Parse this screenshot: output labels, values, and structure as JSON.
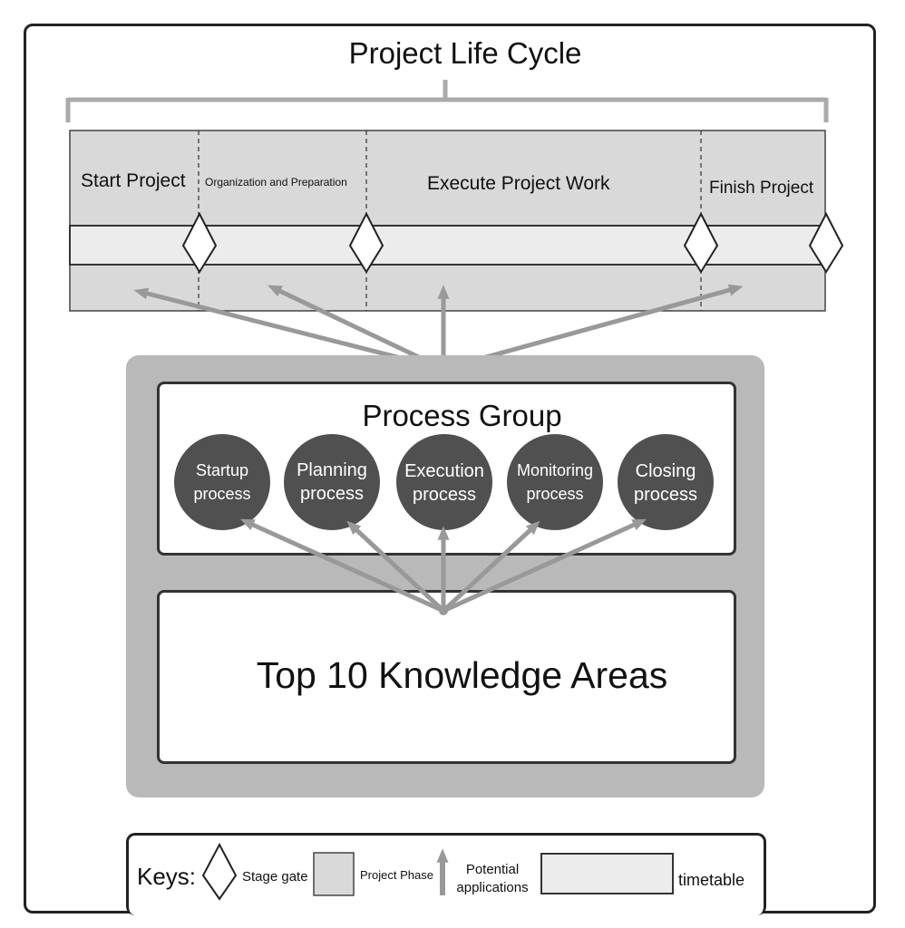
{
  "title": "Project Life Cycle",
  "phases": [
    {
      "label": "Start Project"
    },
    {
      "label": "Organization and Preparation"
    },
    {
      "label": "Execute Project Work"
    },
    {
      "label": "Finish Project"
    }
  ],
  "process_group": {
    "title": "Process Group",
    "processes": [
      {
        "line1": "Startup",
        "line2": "process"
      },
      {
        "line1": "Planning",
        "line2": "process"
      },
      {
        "line1": "Execution",
        "line2": "process"
      },
      {
        "line1": "Monitoring",
        "line2": "process"
      },
      {
        "line1": "Closing",
        "line2": "process"
      }
    ]
  },
  "knowledge_areas": {
    "title": "Top 10 Knowledge Areas"
  },
  "keys": {
    "title": "Keys:",
    "stage_gate": "Stage gate",
    "project_phase": "Project Phase",
    "potential_line1": "Potential",
    "potential_line2": "applications",
    "timetable": "timetable"
  },
  "colors": {
    "phase_fill": "#d9d9d9",
    "timeline_fill": "#ececec",
    "panel": "#b9b9b9",
    "circle": "#505050",
    "arrow": "#999999",
    "bracket": "#aaaaaa"
  }
}
